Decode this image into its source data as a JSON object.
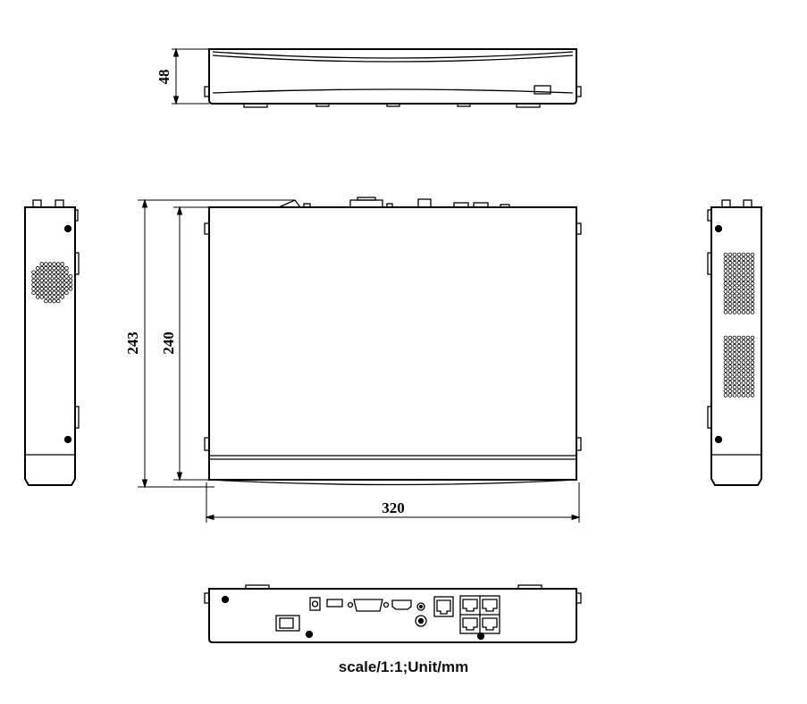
{
  "dimensions": {
    "height": "48",
    "depth_total": "243",
    "depth_body": "240",
    "width": "320"
  },
  "caption": "scale/1:1;Unit/mm",
  "colors": {
    "line": "#000000",
    "background": "#ffffff"
  }
}
